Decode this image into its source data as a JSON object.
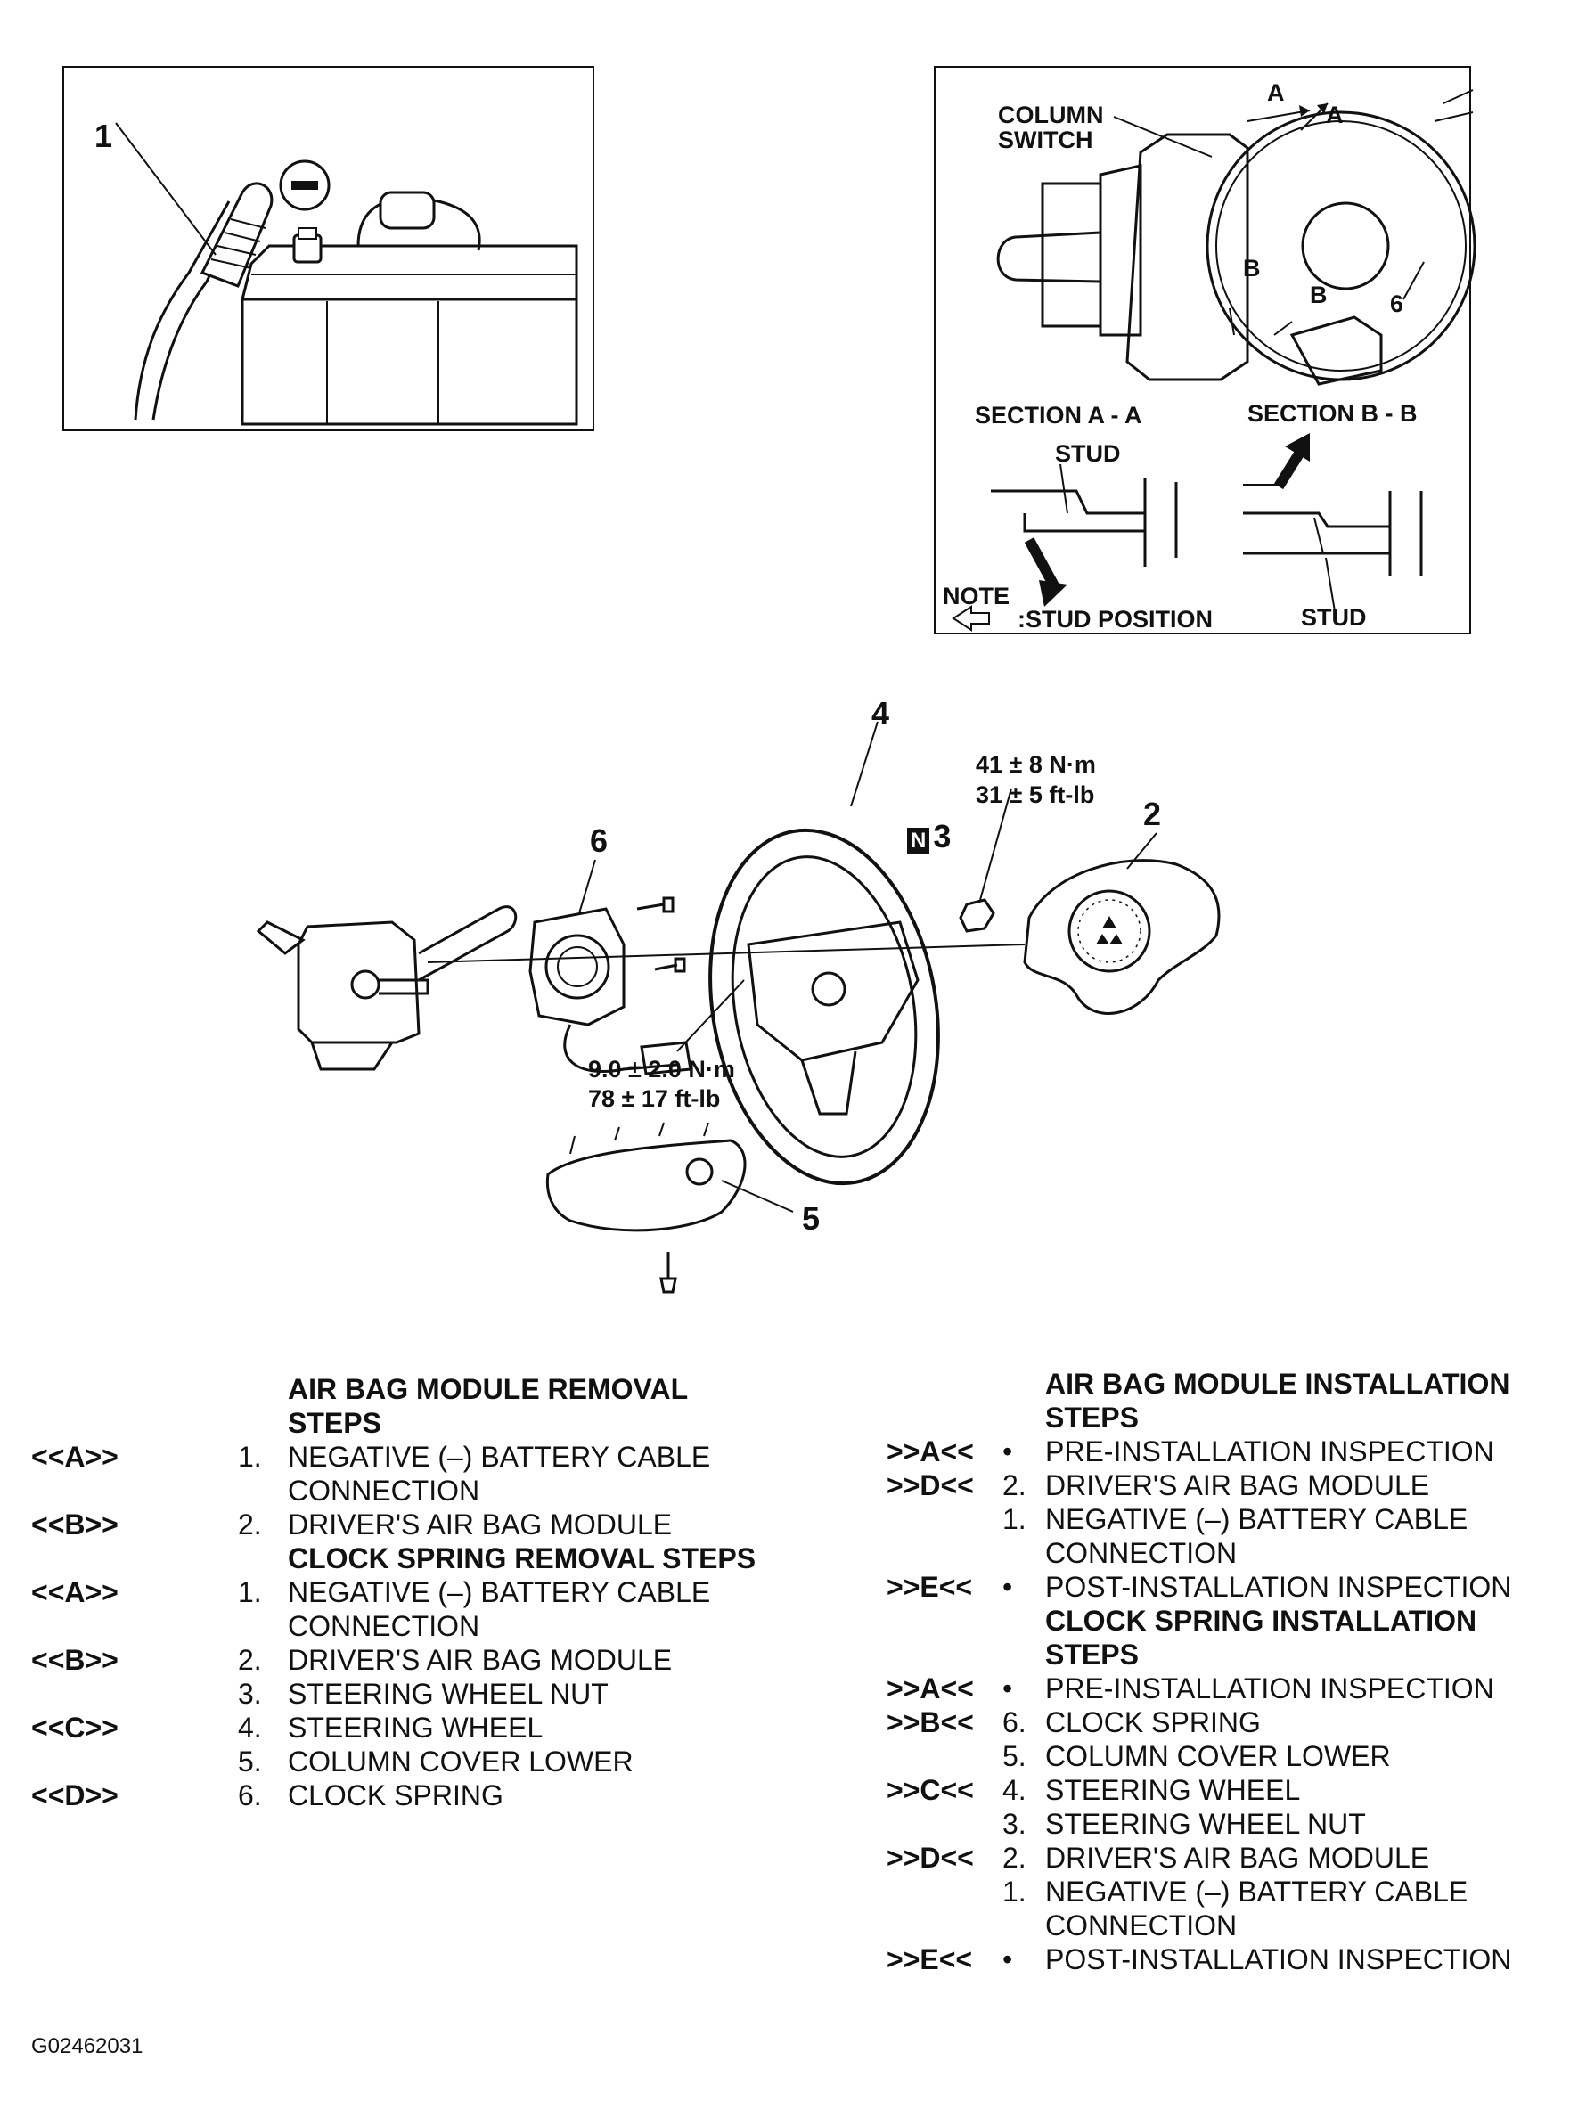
{
  "battery_panel": {
    "callout": "1"
  },
  "column_panel": {
    "column_switch": [
      "COLUMN",
      "SWITCH"
    ],
    "marker_a": "A",
    "marker_b": "B",
    "callout": "6",
    "section_aa": "SECTION A - A",
    "section_bb": "SECTION B - B",
    "stud_top": "STUD",
    "stud_bottom": "STUD",
    "note": "NOTE",
    "note_text": ":STUD POSITION"
  },
  "exploded": {
    "callouts": {
      "steering_wheel": "4",
      "airbag_module": "2",
      "nut": "3",
      "clock_spring": "6",
      "column_cover": "5"
    },
    "nut_badge": "N",
    "torque_nut": [
      "41 ± 8 N·m",
      "31 ± 5 ft-lb"
    ],
    "torque_screw": [
      "9.0 ± 2.0 N·m",
      "78 ± 17 ft-lb"
    ]
  },
  "removal": {
    "heading1": [
      "AIR BAG MODULE REMOVAL",
      "STEPS"
    ],
    "rows": [
      {
        "tag": "<<A>>",
        "num": "1.",
        "lines": [
          "NEGATIVE (–) BATTERY CABLE",
          "CONNECTION"
        ]
      },
      {
        "tag": "<<B>>",
        "num": "2.",
        "lines": [
          "DRIVER'S AIR BAG MODULE"
        ]
      }
    ],
    "heading2": "CLOCK SPRING REMOVAL STEPS",
    "rows2": [
      {
        "tag": "<<A>>",
        "num": "1.",
        "lines": [
          "NEGATIVE (–) BATTERY CABLE",
          "CONNECTION"
        ]
      },
      {
        "tag": "<<B>>",
        "num": "2.",
        "lines": [
          "DRIVER'S AIR BAG MODULE"
        ]
      },
      {
        "tag": "",
        "num": "3.",
        "lines": [
          "STEERING WHEEL NUT"
        ]
      },
      {
        "tag": "<<C>>",
        "num": "4.",
        "lines": [
          "STEERING WHEEL"
        ]
      },
      {
        "tag": "",
        "num": "5.",
        "lines": [
          "COLUMN COVER LOWER"
        ]
      },
      {
        "tag": "<<D>>",
        "num": "6.",
        "lines": [
          "CLOCK SPRING"
        ]
      }
    ]
  },
  "installation": {
    "heading1": [
      "AIR BAG MODULE INSTALLATION",
      "STEPS"
    ],
    "rows": [
      {
        "tag": ">>A<<",
        "num": "•",
        "lines": [
          "PRE-INSTALLATION INSPECTION"
        ]
      },
      {
        "tag": ">>D<<",
        "num": "2.",
        "lines": [
          "DRIVER'S AIR BAG MODULE"
        ]
      },
      {
        "tag": "",
        "num": "1.",
        "lines": [
          "NEGATIVE (–) BATTERY CABLE",
          "CONNECTION"
        ]
      },
      {
        "tag": ">>E<<",
        "num": "•",
        "lines": [
          "POST-INSTALLATION INSPECTION"
        ]
      }
    ],
    "heading2": [
      "CLOCK SPRING INSTALLATION",
      "STEPS"
    ],
    "rows2": [
      {
        "tag": ">>A<<",
        "num": "•",
        "lines": [
          "PRE-INSTALLATION INSPECTION"
        ]
      },
      {
        "tag": ">>B<<",
        "num": "6.",
        "lines": [
          "CLOCK SPRING"
        ]
      },
      {
        "tag": "",
        "num": "5.",
        "lines": [
          "COLUMN COVER LOWER"
        ]
      },
      {
        "tag": ">>C<<",
        "num": "4.",
        "lines": [
          "STEERING WHEEL"
        ]
      },
      {
        "tag": "",
        "num": "3.",
        "lines": [
          "STEERING WHEEL NUT"
        ]
      },
      {
        "tag": ">>D<<",
        "num": "2.",
        "lines": [
          "DRIVER'S AIR BAG MODULE"
        ]
      },
      {
        "tag": "",
        "num": "1.",
        "lines": [
          "NEGATIVE (–) BATTERY CABLE",
          "CONNECTION"
        ]
      },
      {
        "tag": ">>E<<",
        "num": "•",
        "lines": [
          "POST-INSTALLATION INSPECTION"
        ]
      }
    ]
  },
  "figure_id": "G02462031"
}
